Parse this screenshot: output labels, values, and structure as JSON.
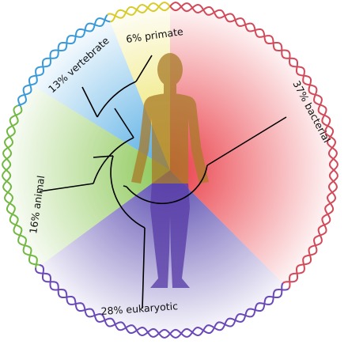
{
  "segments": [
    {
      "key": "primate",
      "label": "6% primate",
      "percent": 6,
      "color": "#eee45a"
    },
    {
      "key": "bacterial",
      "label": "37% bacterial",
      "percent": 37,
      "color": "#ee4a52"
    },
    {
      "key": "eukaryotic",
      "label": "28% eukaryotic",
      "percent": 28,
      "color": "#6a5ccb"
    },
    {
      "key": "animal",
      "label": "16% animal",
      "percent": 16,
      "color": "#9fd06a"
    },
    {
      "key": "vertebrate",
      "label": "13% vertebrate",
      "percent": 13,
      "color": "#74b8e8"
    }
  ],
  "helix": {
    "colors": {
      "primate": "#d8cc2a",
      "bacterial": "#d24a5a",
      "eukaryotic": "#6a48b8",
      "animal": "#72b843",
      "vertebrate": "#3a9ad8"
    }
  },
  "figure_colors": {
    "upper": "#a87a28",
    "lower": "#5a3ea8"
  }
}
